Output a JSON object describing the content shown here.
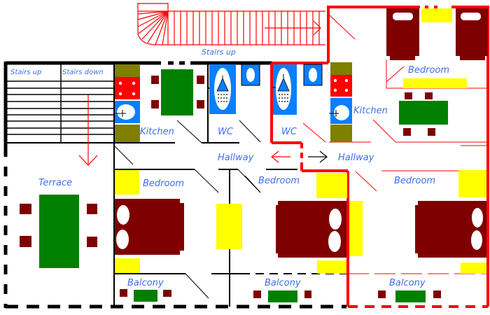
{
  "title": "Apartment floor plan",
  "colors": {
    "wall_black": "#000000",
    "wall_red": "#ff0000",
    "label_blue": "#3f6fe8",
    "table_green": "#007f00",
    "chair_maroon": "#7f0000",
    "bed_maroon": "#7f0000",
    "nightstand_yellow": "#ffff00",
    "counter_olive": "#7f7f00",
    "stove_red": "#ff0000",
    "fixture_blue": "#0a7fff"
  },
  "labels": {
    "stairs_up_top": "Stairs up",
    "stairs_up_left": "Stairs up",
    "stairs_down": "Stairs down",
    "kitchen_left": "Kitchen",
    "wc_left": "WC",
    "wc_right": "WC",
    "kitchen_right": "Kitchen",
    "bedroom_top_right": "Bedroom",
    "hallway_left": "Hallway",
    "hallway_right": "Hallway",
    "terrace": "Terrace",
    "bedroom_1": "Bedroom",
    "bedroom_2": "Bedroom",
    "bedroom_3": "Bedroom",
    "balcony_1": "Balcony",
    "balcony_2": "Balcony",
    "balcony_3": "Balcony"
  },
  "icons": {
    "stove": "stove-icon",
    "sink": "sink-icon",
    "shower": "shower-icon",
    "toilet": "toilet-icon",
    "bed": "bed-icon",
    "table": "table-icon",
    "chair": "chair-icon",
    "arrow": "arrow-icon"
  }
}
